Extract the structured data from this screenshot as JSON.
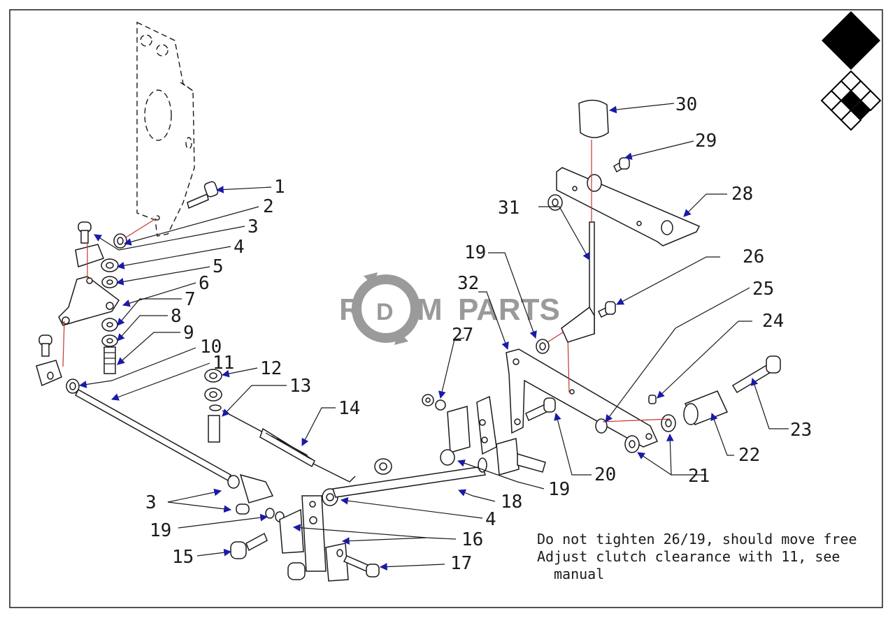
{
  "parts": [
    {
      "id": "p1",
      "label": "1"
    },
    {
      "id": "p2",
      "label": "2"
    },
    {
      "id": "p3a",
      "label": "3"
    },
    {
      "id": "p4a",
      "label": "4"
    },
    {
      "id": "p5",
      "label": "5"
    },
    {
      "id": "p6",
      "label": "6"
    },
    {
      "id": "p7",
      "label": "7"
    },
    {
      "id": "p8",
      "label": "8"
    },
    {
      "id": "p9",
      "label": "9"
    },
    {
      "id": "p10",
      "label": "10"
    },
    {
      "id": "p11",
      "label": "11"
    },
    {
      "id": "p12",
      "label": "12"
    },
    {
      "id": "p13",
      "label": "13"
    },
    {
      "id": "p14",
      "label": "14"
    },
    {
      "id": "p3b",
      "label": "3"
    },
    {
      "id": "p19a",
      "label": "19"
    },
    {
      "id": "p15",
      "label": "15"
    },
    {
      "id": "p16",
      "label": "16"
    },
    {
      "id": "p17",
      "label": "17"
    },
    {
      "id": "p4b",
      "label": "4"
    },
    {
      "id": "p18",
      "label": "18"
    },
    {
      "id": "p19b",
      "label": "19"
    },
    {
      "id": "p20",
      "label": "20"
    },
    {
      "id": "p21",
      "label": "21"
    },
    {
      "id": "p22",
      "label": "22"
    },
    {
      "id": "p23",
      "label": "23"
    },
    {
      "id": "p24",
      "label": "24"
    },
    {
      "id": "p25",
      "label": "25"
    },
    {
      "id": "p26",
      "label": "26"
    },
    {
      "id": "p27",
      "label": "27"
    },
    {
      "id": "p32",
      "label": "32"
    },
    {
      "id": "p19c",
      "label": "19"
    },
    {
      "id": "p31",
      "label": "31"
    },
    {
      "id": "p28",
      "label": "28"
    },
    {
      "id": "p29",
      "label": "29"
    },
    {
      "id": "p30",
      "label": "30"
    }
  ],
  "notes": {
    "line1": "Do not tighten 26/19, should move free",
    "line2": "Adjust clutch clearance with 11, see",
    "line3": "manual"
  },
  "watermark": {
    "letter_r": "R",
    "letter_d": "D",
    "letter_m": "M",
    "word": "PARTS"
  },
  "colors": {
    "arrow": "#1a1aa8",
    "linework": "#1a1a1a",
    "axis_line": "#c0392b",
    "watermark": "#9a9a9a",
    "logo": "#000000"
  },
  "icons": {
    "logo": "diamond-logo-icon",
    "watermark": "rdm-gear-logo-icon"
  }
}
